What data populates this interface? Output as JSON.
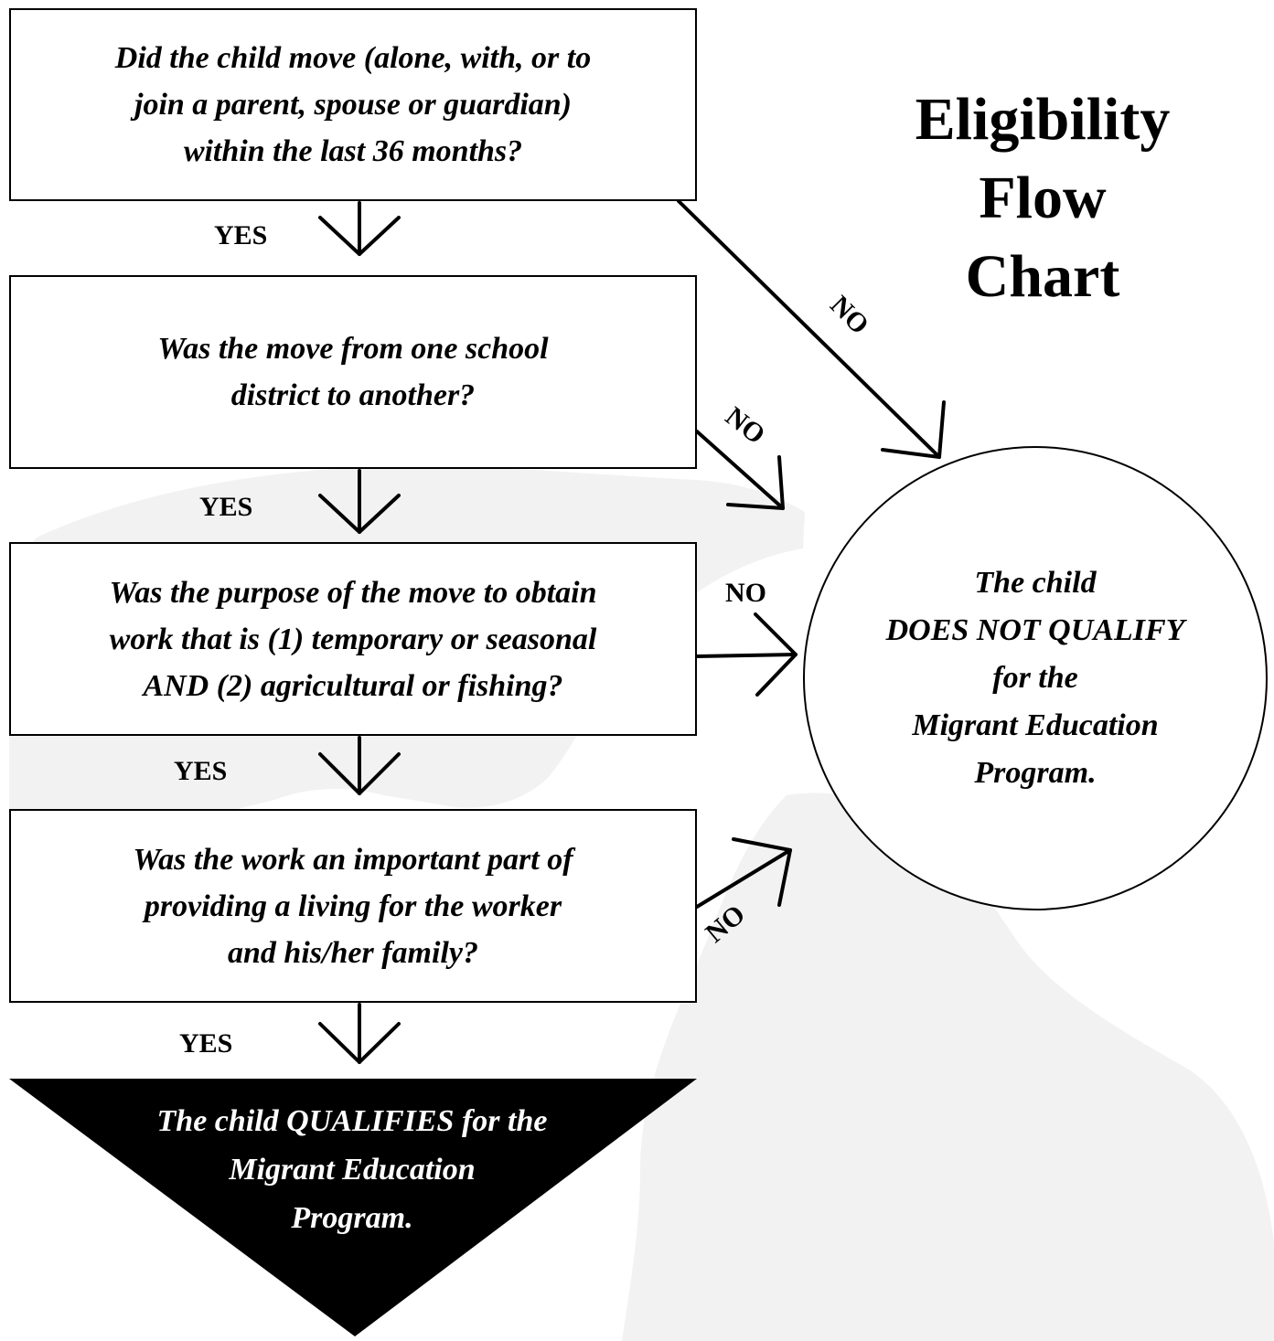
{
  "title": {
    "line1": "Eligibility",
    "line2": "Flow",
    "line3": "Chart"
  },
  "questions": [
    {
      "lines": [
        "Did the child move (alone, with, or to",
        "join a parent, spouse or guardian)",
        "within the last 36 months?"
      ]
    },
    {
      "lines": [
        "Was the move from one school",
        "district to another?"
      ]
    },
    {
      "lines": [
        "Was the purpose of the move to obtain",
        "work that is (1) temporary or seasonal",
        "AND (2) agricultural or fishing?"
      ]
    },
    {
      "lines": [
        "Was the work an important part of",
        "providing a living for the worker",
        "and his/her family?"
      ]
    }
  ],
  "labels": {
    "yes": "YES",
    "no": "NO"
  },
  "outcomes": {
    "not_qualify": {
      "lines": [
        "The child",
        "DOES NOT QUALIFY",
        "for the",
        "Migrant Education",
        "Program."
      ]
    },
    "qualifies": {
      "lines": [
        "The child QUALIFIES for the",
        "Migrant Education",
        "Program."
      ]
    }
  },
  "colors": {
    "ink": "#000000",
    "paper": "#ffffff",
    "background_map": "#f2f2f2"
  }
}
